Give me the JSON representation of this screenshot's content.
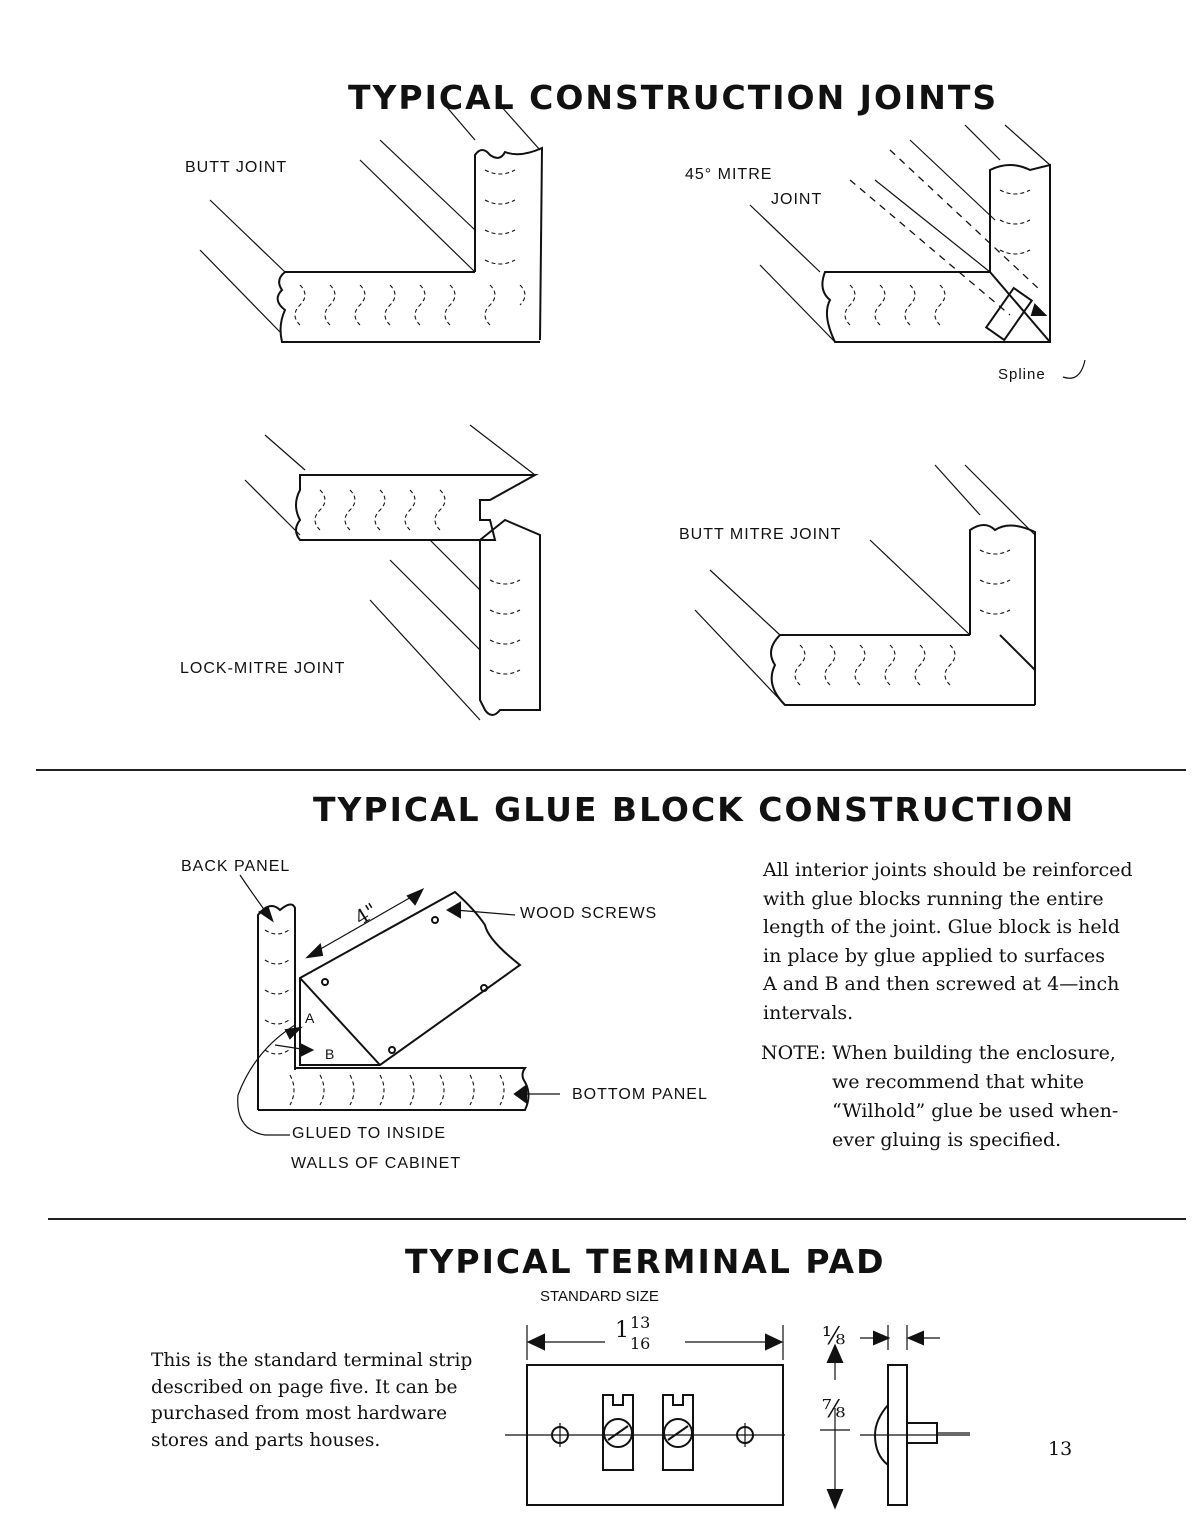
{
  "sections": {
    "joints": {
      "title": "TYPICAL CONSTRUCTION JOINTS",
      "butt_joint": "BUTT JOINT",
      "mitre_joint_line1": "45° MITRE",
      "mitre_joint_line2": "JOINT",
      "spline": "Spline",
      "lock_mitre_joint": "LOCK-MITRE JOINT",
      "butt_mitre_joint": "BUTT MITRE JOINT"
    },
    "glue_block": {
      "title": "TYPICAL GLUE BLOCK CONSTRUCTION",
      "back_panel": "BACK PANEL",
      "wood_screws": "WOOD SCREWS",
      "bottom_panel": "BOTTOM PANEL",
      "glued_line1": "GLUED TO INSIDE",
      "glued_line2": "WALLS OF CABINET",
      "dim_4in": "4\"",
      "label_a": "A",
      "label_b": "B",
      "body": [
        "All interior joints should be reinforced",
        "with glue blocks running the entire",
        "length of the joint.  Glue block is held",
        "in place by glue applied to surfaces",
        "A and B and then screwed at 4—inch",
        "intervals."
      ],
      "note": [
        "NOTE:  When building the enclosure,",
        "we recommend that white",
        "“Wilhold” glue be used when-",
        "ever gluing is specified."
      ]
    },
    "terminal": {
      "title": "TYPICAL TERMINAL PAD",
      "standard_size": "STANDARD SIZE",
      "dim_width_whole": "1",
      "dim_width_num": "13",
      "dim_width_den": "16",
      "dim_thickness": "⅛",
      "dim_height": "⅞",
      "body": [
        "This is the standard terminal strip",
        "described on page five. It can be",
        "purchased from most hardware",
        "stores and parts houses."
      ]
    }
  },
  "page_number": "13"
}
